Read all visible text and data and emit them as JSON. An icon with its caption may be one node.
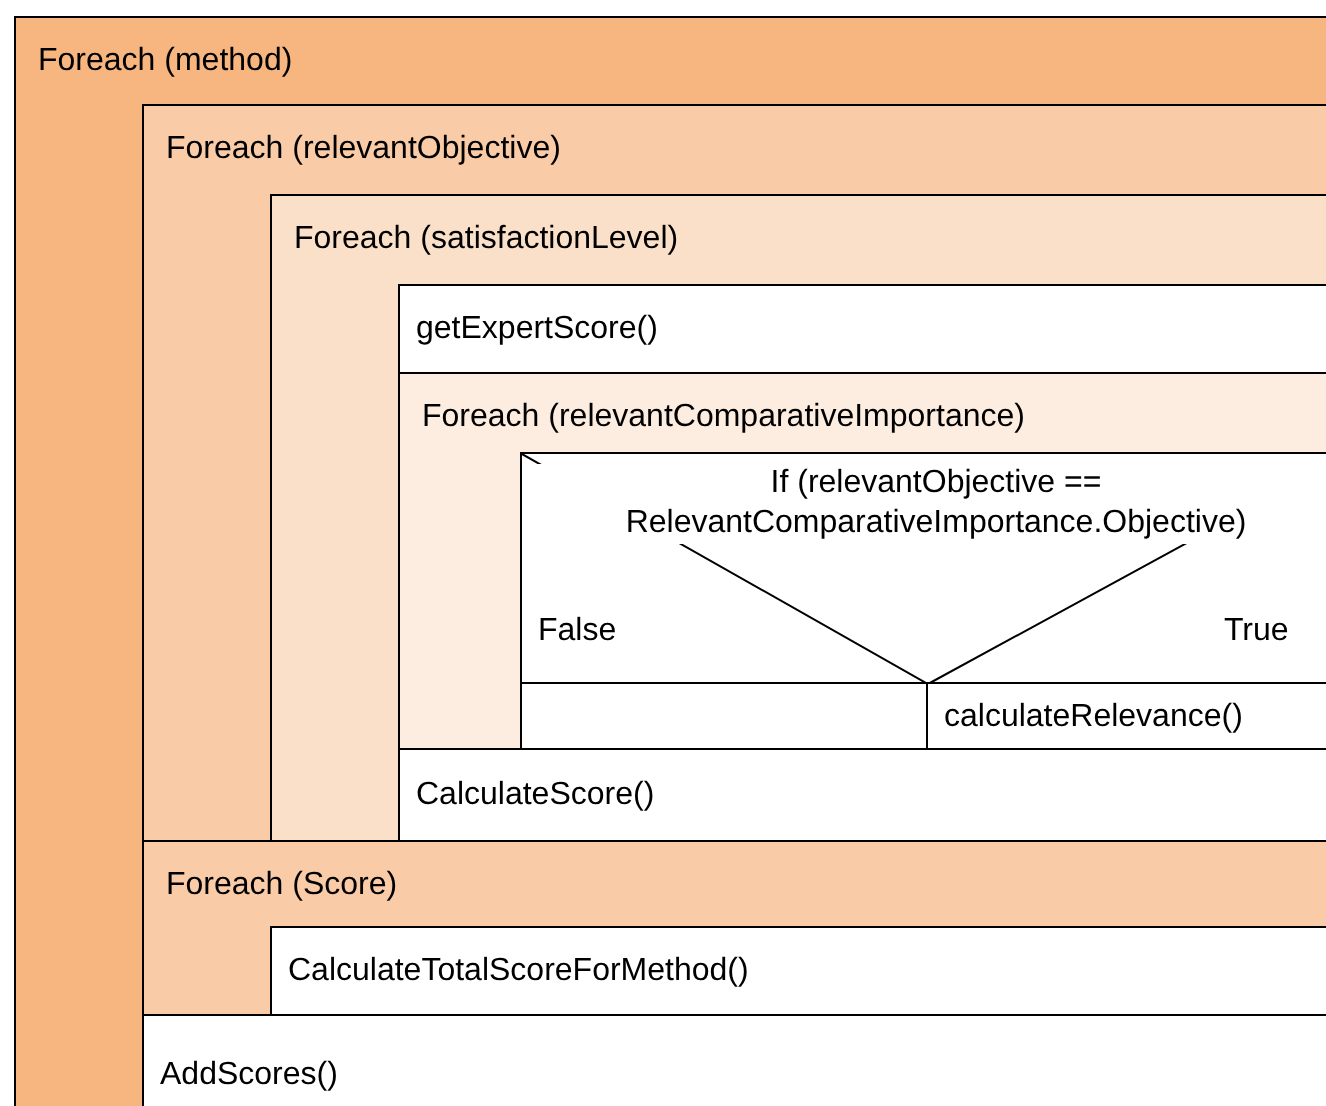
{
  "diagram": {
    "nodes": [
      {
        "text": [
          "Foreach (method)"
        ]
      },
      {
        "text": [
          "Foreach (relevantObjective)"
        ],
        "in": 0
      },
      {
        "text": [
          "Foreach (satisfactionLevel)"
        ],
        "in": 1
      },
      {
        "text": [
          "getExpertScore()"
        ],
        "in": 2
      },
      {
        "text": [
          "Foreach (relevantComparativeImportance)"
        ],
        "in": 2
      },
      {
        "text": [
          "If (relevantObjective == RelevantComparativeImportance.Objective)",
          "False",
          "True"
        ],
        "in": 4
      },
      {
        "text": [],
        "shape": "box",
        "in": 5
      },
      {
        "text": [
          "calculateRelevance()"
        ],
        "in": 5
      },
      {
        "text": [
          "CalculateScore()"
        ],
        "in": 2
      },
      {
        "text": [
          "Foreach (Score)"
        ],
        "in": 0
      },
      {
        "text": [
          "CalculateTotalScoreForMethod()"
        ],
        "in": 9
      },
      {
        "text": [
          "AddScores()"
        ],
        "in": 0
      }
    ]
  }
}
